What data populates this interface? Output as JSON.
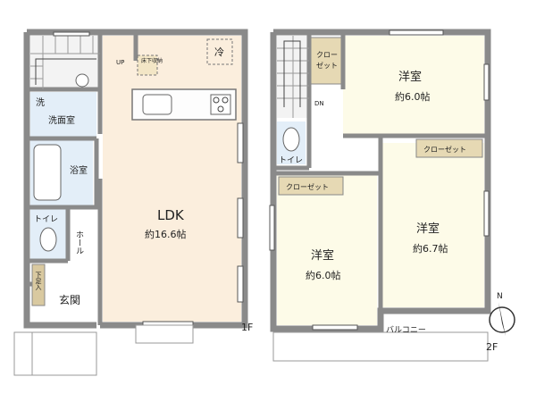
{
  "floor1": {
    "label": "1F",
    "rooms": {
      "ldk": {
        "name": "LDK",
        "size": "約16.6帖"
      },
      "washroom": "洗面室",
      "washer": "洗",
      "bath": "浴室",
      "toilet": "トイレ",
      "hall": "ホール",
      "entrance": "玄関",
      "shoe_storage": "下足入",
      "fridge": "冷",
      "underfloor_storage": "床下収納",
      "stairs_up": "UP"
    }
  },
  "floor2": {
    "label": "2F",
    "rooms": {
      "western_top": {
        "name": "洋室",
        "size": "約6.0帖"
      },
      "western_right": {
        "name": "洋室",
        "size": "約6.7帖"
      },
      "western_left": {
        "name": "洋室",
        "size": "約6.0帖"
      },
      "closet_top_line1": "クロー",
      "closet_top_line2": "ゼット",
      "closet_right": "クローゼット",
      "closet_left": "クローゼット",
      "toilet": "トイレ",
      "balcony": "バルコニー",
      "stairs_down": "DN"
    }
  },
  "compass": {
    "north": "N"
  },
  "colors": {
    "wall": "#8a8a8a",
    "ldk_floor": "#fbeedd",
    "western_floor": "#fdfbe8",
    "wet_area": "#e3eef8",
    "closet": "#e6d9b4",
    "shoe_box": "#d9c9a0"
  }
}
